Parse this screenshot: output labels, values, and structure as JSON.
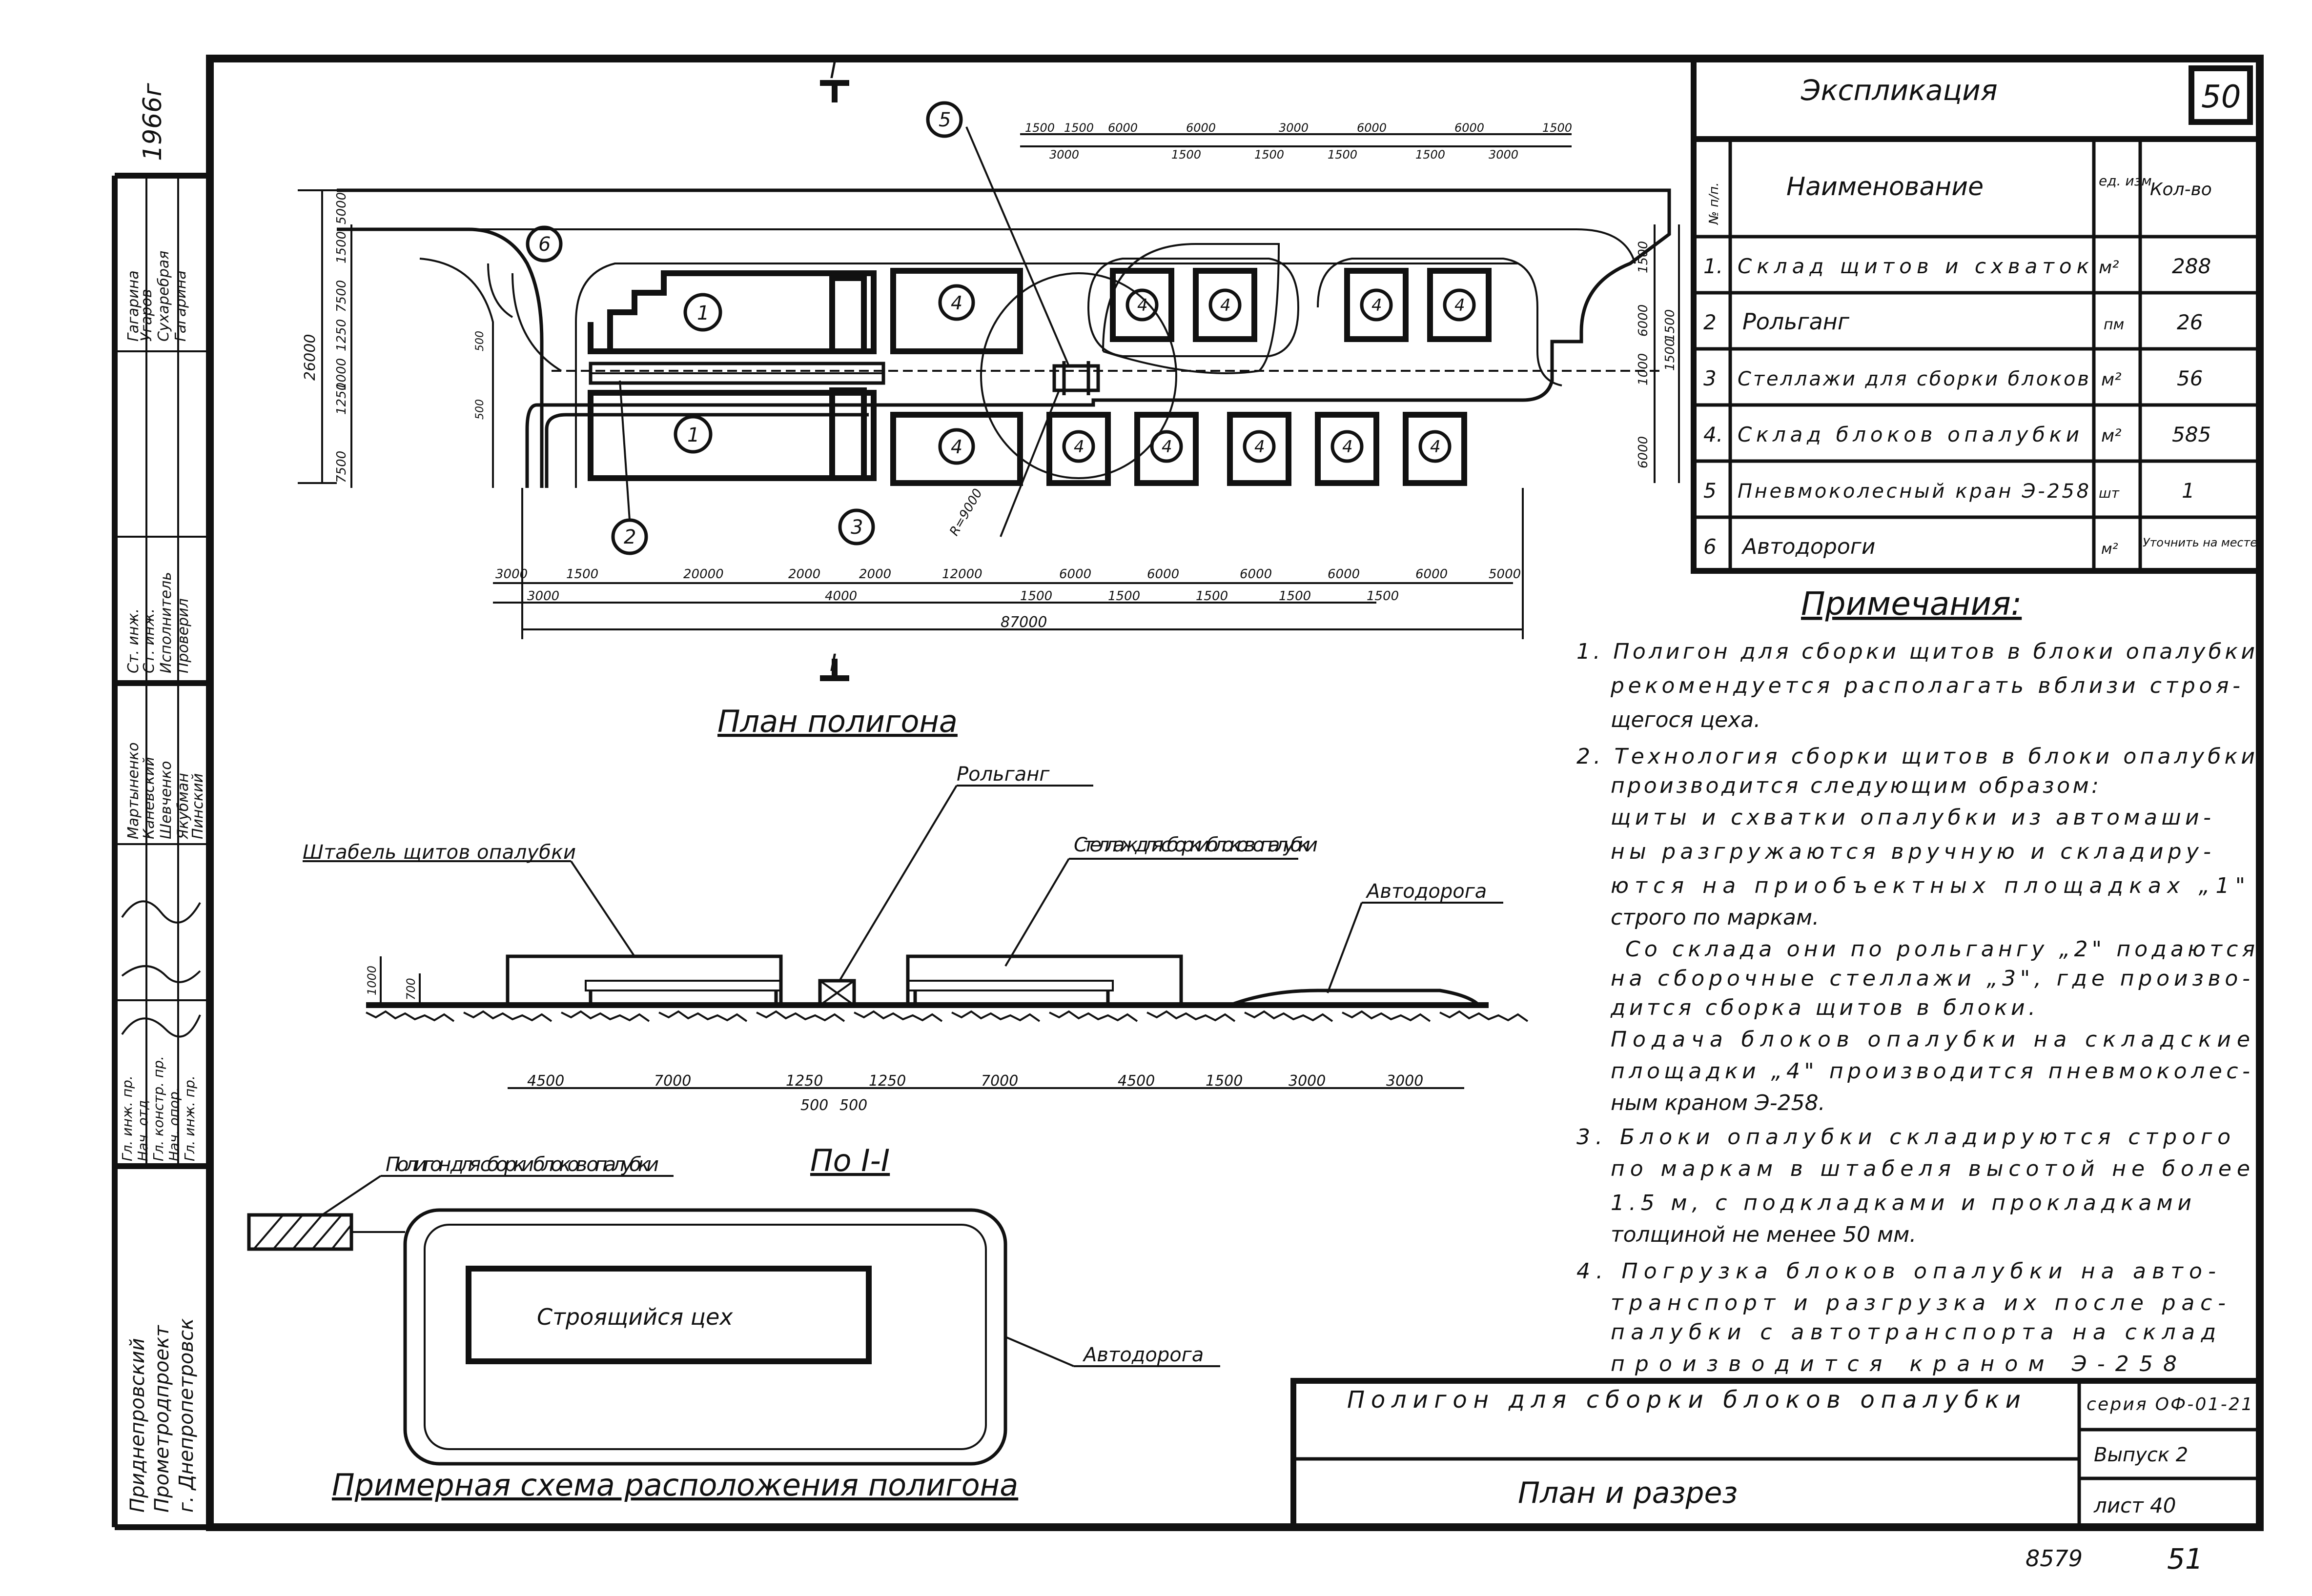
{
  "sheet_marks": {
    "year": "1966г",
    "page_corner": "50",
    "doc_number": "8579",
    "page_number": "51"
  },
  "plan": {
    "title": "План полигона",
    "section_mark": "I",
    "callouts": [
      "1",
      "2",
      "3",
      "4",
      "5",
      "6"
    ],
    "radius_label": "R=9000",
    "top_dims_row1": [
      "1500",
      "1500",
      "6000",
      "6000",
      "3000",
      "6000",
      "6000",
      "1500"
    ],
    "top_dims_row2": [
      "3000",
      "1500",
      "1500",
      "1500",
      "1500",
      "3000"
    ],
    "left_dims": [
      "26000",
      "5000",
      "1500",
      "7500",
      "1250",
      "1000",
      "1250",
      "7500"
    ],
    "small_dims": [
      "500",
      "500"
    ],
    "right_dims": [
      "1500",
      "6000",
      "1000",
      "1500",
      "6000",
      "1500"
    ],
    "bottom_dims_row1": [
      "3000",
      "1500",
      "20000",
      "2000",
      "2000",
      "12000",
      "6000",
      "6000",
      "6000",
      "6000",
      "6000",
      "5000"
    ],
    "bottom_dims_row2": [
      "3000",
      "4000",
      "1500",
      "1500",
      "1500",
      "1500",
      "1500"
    ],
    "total_length": "87000"
  },
  "section": {
    "title": "По I-I",
    "labels": {
      "rail": "Рольганг",
      "stack": "Штабель щитов опалубки",
      "rack": "Стеллаж для сборки блоков опалубки",
      "road": "Автодорога"
    },
    "height_dims": [
      "1000",
      "700"
    ],
    "dims": [
      "4500",
      "7000",
      "1250",
      "1250",
      "7000",
      "4500",
      "1500",
      "3000",
      "3000"
    ],
    "sub_dims": [
      "500",
      "500"
    ]
  },
  "scheme": {
    "title": "Примерная схема расположения полигона",
    "polygon_label": "Полигон для сборки блоков опалубки",
    "shop_label": "Строящийся цех",
    "road_label": "Автодорога"
  },
  "explication": {
    "title": "Экспликация",
    "headers": {
      "num": "№ п/п.",
      "name": "Наименование",
      "unit": "ед. изм.",
      "qty": "Кол-во"
    },
    "rows": [
      {
        "num": "1.",
        "name": "Склад щитов и схваток",
        "unit": "м²",
        "qty": "288"
      },
      {
        "num": "2",
        "name": "Рольганг",
        "unit": "пм",
        "qty": "26"
      },
      {
        "num": "3",
        "name": "Стеллажи для сборки блоков",
        "unit": "м²",
        "qty": "56"
      },
      {
        "num": "4.",
        "name": "Склад блоков опалубки",
        "unit": "м²",
        "qty": "585"
      },
      {
        "num": "5",
        "name": "Пневмоколесный кран Э-258",
        "unit": "шт",
        "qty": "1"
      },
      {
        "num": "6",
        "name": "Автодороги",
        "unit": "м²",
        "qty": "Уточнить на месте"
      }
    ]
  },
  "notes": {
    "title": "Примечания:",
    "lines": [
      "1. Полигон для сборки щитов в блоки опалубки",
      "рекомендуется располагать вблизи строя-",
      "щегося цеха.",
      "2. Технология сборки щитов в блоки опалубки",
      "производится следующим образом:",
      "щиты и схватки опалубки из автомаши-",
      "ны разгружаются вручную и складиру-",
      "ются на приобъектных площадках „1\"",
      "строго по маркам.",
      "Со склада они по рольгангу „2\" подаются",
      "на сборочные стеллажи „3\", где произво-",
      "дится сборка щитов в блоки.",
      "Подача блоков опалубки на складские",
      "площадки „4\" производится пневмоколес-",
      "ным краном Э-258.",
      "3. Блоки опалубки складируются строго",
      "по маркам в штабеля высотой не более",
      "1.5 м, с подкладками и прокладками",
      "толщиной не менее 50 мм.",
      "4. Погрузка блоков опалубки на авто-",
      "транспорт и разгрузка их после рас-",
      "палубки с автотранспорта на склад",
      "производится краном Э-258"
    ]
  },
  "title_block": {
    "drawing_title": "Полигон для сборки блоков опалубки",
    "sheet_title": "План и разрез",
    "series": "серия ОФ-01-21",
    "issue": "Выпуск 2",
    "sheet": "лист 40"
  },
  "stamp": {
    "org": [
      "Приднепровский",
      "Прометродпроект",
      "г. Днепропетровск"
    ],
    "roles": [
      "Гл. инж. пр.",
      "Нач. отд.",
      "Гл. констр. пр.",
      "Нач. опор.",
      "Гл. инж. пр.",
      "Ст. инж.",
      "Ст. инж.",
      "Исполнитель",
      "Проверил"
    ],
    "names": [
      "Мартыненко",
      "Каневский",
      "Шевченко",
      "Якубман",
      "Пинский",
      "Гагарина",
      "Угаров",
      "Сухаребрая",
      "Гагарина"
    ]
  }
}
